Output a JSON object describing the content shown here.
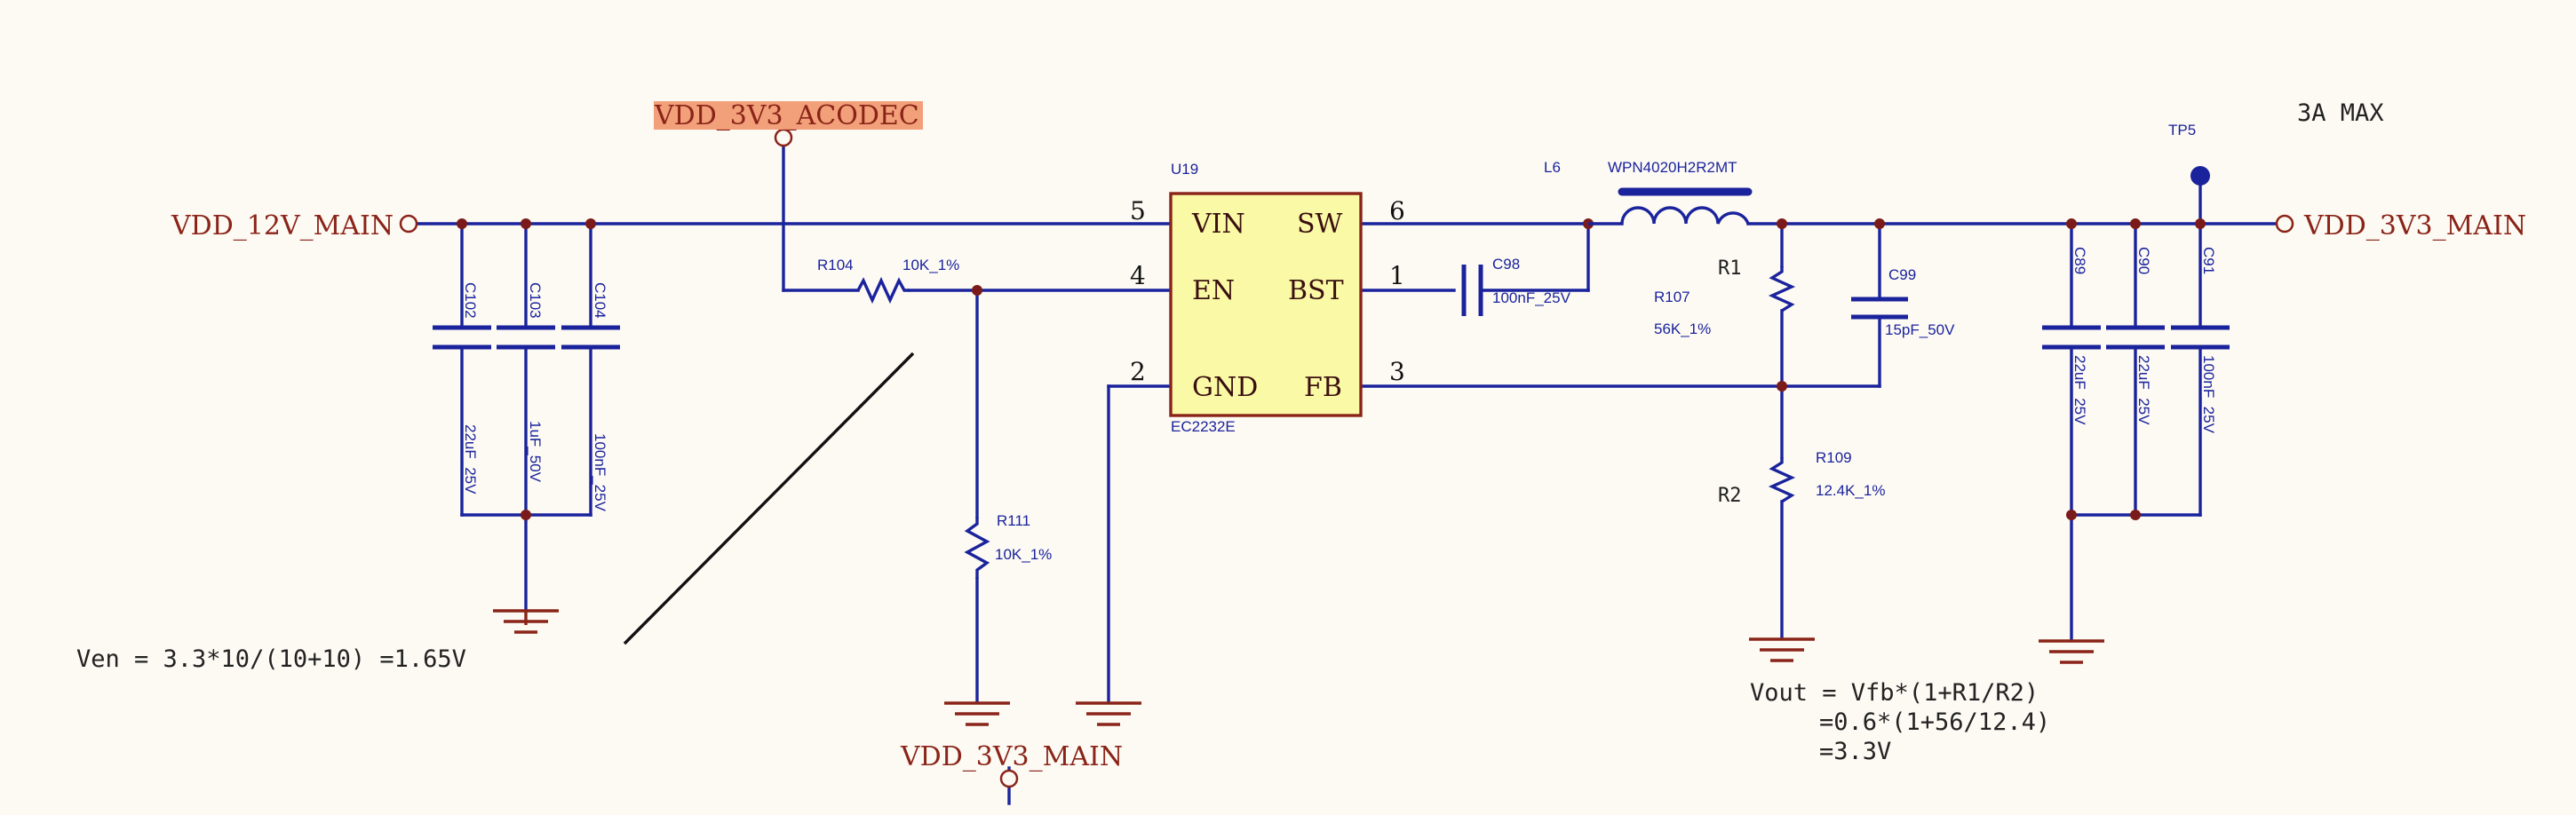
{
  "nets": {
    "vdd_12v_main": "VDD_12V_MAIN",
    "vdd_3v3_acodec": "VDD_3V3_ACODEC",
    "vdd_3v3_main_right": "VDD_3V3_MAIN",
    "vdd_3v3_main_bottom": "VDD_3V3_MAIN"
  },
  "ic": {
    "designator": "U19",
    "part": "EC2232E",
    "pins": [
      {
        "name": "VIN",
        "number": "5"
      },
      {
        "name": "EN",
        "number": "4"
      },
      {
        "name": "GND",
        "number": "2"
      },
      {
        "name": "SW",
        "number": "6"
      },
      {
        "name": "BST",
        "number": "1"
      },
      {
        "name": "FB",
        "number": "3"
      }
    ]
  },
  "components": {
    "r104": {
      "designator": "R104",
      "value": "10K_1%"
    },
    "r111": {
      "designator": "R111",
      "value": "10K_1%"
    },
    "r107": {
      "designator": "R107",
      "value": "56K_1%"
    },
    "r109": {
      "designator": "R109",
      "value": "12.4K_1%"
    },
    "c98": {
      "designator": "C98",
      "value": "100nF_25V"
    },
    "c99": {
      "designator": "C99",
      "value": "15pF_50V"
    },
    "c102": {
      "designator": "C102",
      "value": "22uF_25V"
    },
    "c103": {
      "designator": "C103",
      "value": "1uF_50V"
    },
    "c104": {
      "designator": "C104",
      "value": "100nF_25V"
    },
    "c89": {
      "designator": "C89",
      "value": "22uF_25V"
    },
    "c90": {
      "designator": "C90",
      "value": "22uF_25V"
    },
    "c91": {
      "designator": "C91",
      "value": "100nF_25V"
    },
    "l6": {
      "designator": "L6",
      "value": "WPN4020H2R2MT"
    },
    "tp5": {
      "designator": "TP5"
    }
  },
  "labels": {
    "r1": "R1",
    "r2": "R2",
    "max_current": "3A MAX"
  },
  "notes": {
    "ven": "Ven = 3.3*10/(10+10) =1.65V",
    "vout_line1": "Vout = Vfb*(1+R1/R2)",
    "vout_line2": "=0.6*(1+56/12.4)",
    "vout_line3": "=3.3V"
  },
  "colors": {
    "wire": "#1a239c",
    "net_label": "#8a2418",
    "ic_fill": "#fafaa6",
    "ic_border": "#8a2418",
    "highlight": "#f2a07a",
    "background": "#fdfaf4"
  }
}
